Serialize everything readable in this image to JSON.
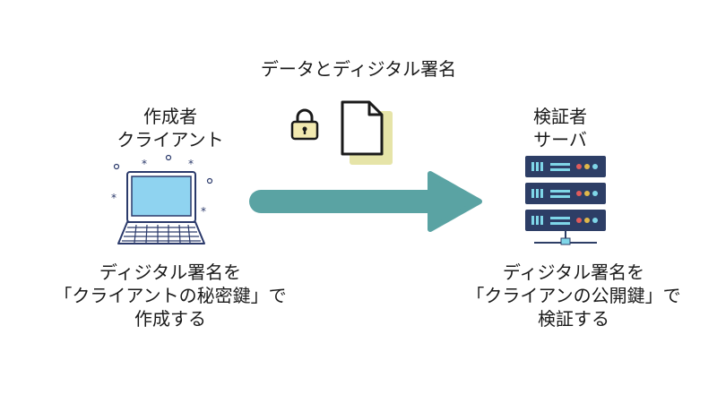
{
  "title": "データとディジタル署名",
  "client": {
    "role_lines": [
      "作成者",
      "クライアント"
    ],
    "desc_lines": [
      "ディジタル署名を",
      "「クライアントの秘密鍵」で",
      "作成する"
    ]
  },
  "server": {
    "role_lines": [
      "検証者",
      "サーバ"
    ],
    "desc_lines": [
      "ディジタル署名を",
      "「クライアンの公開鍵」で",
      "検証する"
    ]
  },
  "icons": {
    "laptop": "laptop-icon",
    "lock": "lock-icon",
    "document": "document-icon",
    "server": "server-icon",
    "arrow": "arrow-right-icon"
  },
  "colors": {
    "arrow": "#5aa3a3",
    "navy": "#2b3a6b",
    "screen": "#8fd3f0",
    "paper": "#e6e4a8",
    "server_body": "#2d3e66",
    "server_accent": "#7fd6e8",
    "lock": "#f2e9b0"
  }
}
